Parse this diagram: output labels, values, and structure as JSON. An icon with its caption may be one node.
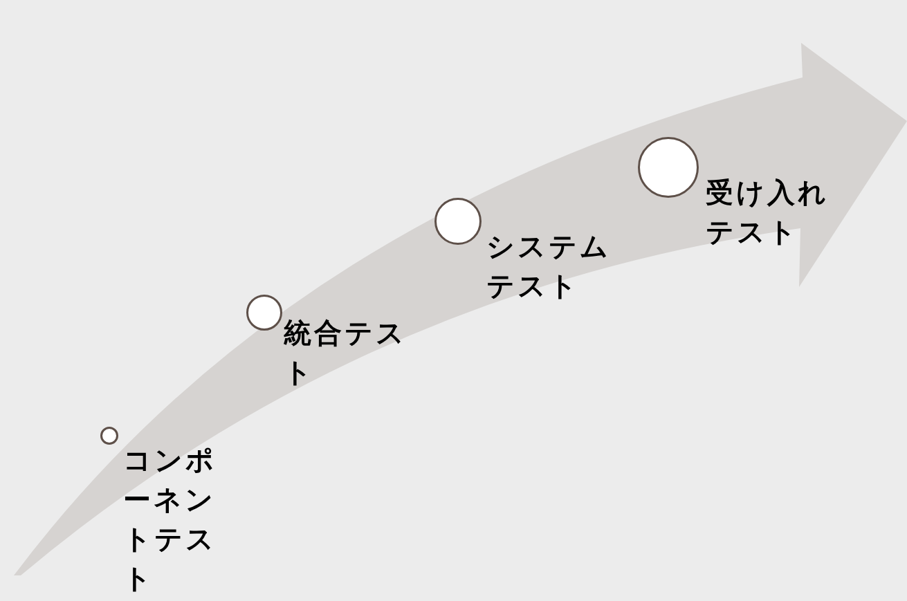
{
  "diagram": {
    "nodes": [
      {
        "text": [],
        "shape": "circle",
        "beside": [
          "コンポーネントテスト"
        ]
      },
      {
        "text": [],
        "shape": "circle",
        "beside": [
          "統合テスト"
        ]
      },
      {
        "text": [],
        "shape": "circle",
        "beside": [
          "システムテスト"
        ]
      },
      {
        "text": [],
        "shape": "circle",
        "beside": [
          "受け入れテスト"
        ]
      }
    ]
  }
}
